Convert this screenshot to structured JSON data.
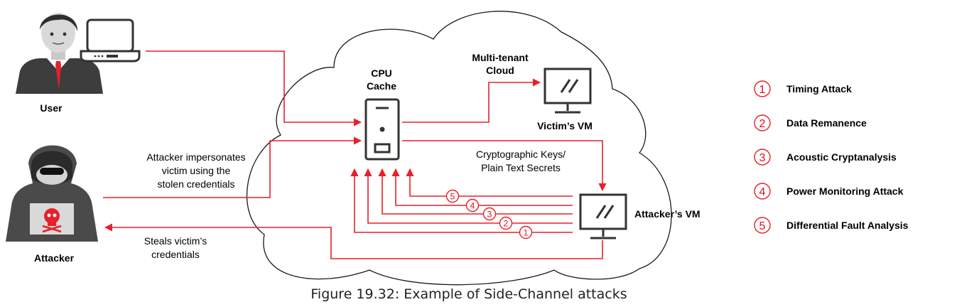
{
  "colors": {
    "accent": "#e8202a",
    "ink": "#333333"
  },
  "icons": {
    "user": "person-in-suit-icon",
    "laptop": "laptop-icon",
    "attacker": "hooded-hacker-icon",
    "server": "server-tower-icon",
    "monitor": "monitor-icon"
  },
  "labels": {
    "user": "User",
    "attacker": "Attacker",
    "cpu_cache_line1": "CPU",
    "cpu_cache_line2": "Cache",
    "cloud_line1": "Multi-tenant",
    "cloud_line2": "Cloud",
    "victim_vm": "Victim’s VM",
    "attacker_vm": "Attacker’s VM",
    "keys_line1": "Cryptographic Keys/",
    "keys_line2": "Plain Text Secrets",
    "impersonate_line1": "Attacker impersonates",
    "impersonate_line2": "victim using the",
    "impersonate_line3": "stolen credentials",
    "steals_line1": "Steals victim’s",
    "steals_line2": "credentials"
  },
  "channel_numbers": [
    "5",
    "4",
    "3",
    "2",
    "1"
  ],
  "legend": [
    {
      "number": "1",
      "label": "Timing Attack"
    },
    {
      "number": "2",
      "label": "Data Remanence"
    },
    {
      "number": "3",
      "label": "Acoustic Cryptanalysis"
    },
    {
      "number": "4",
      "label": "Power Monitoring Attack"
    },
    {
      "number": "5",
      "label": "Differential Fault Analysis"
    }
  ],
  "caption": "Figure 19.32: Example of Side-Channel attacks"
}
